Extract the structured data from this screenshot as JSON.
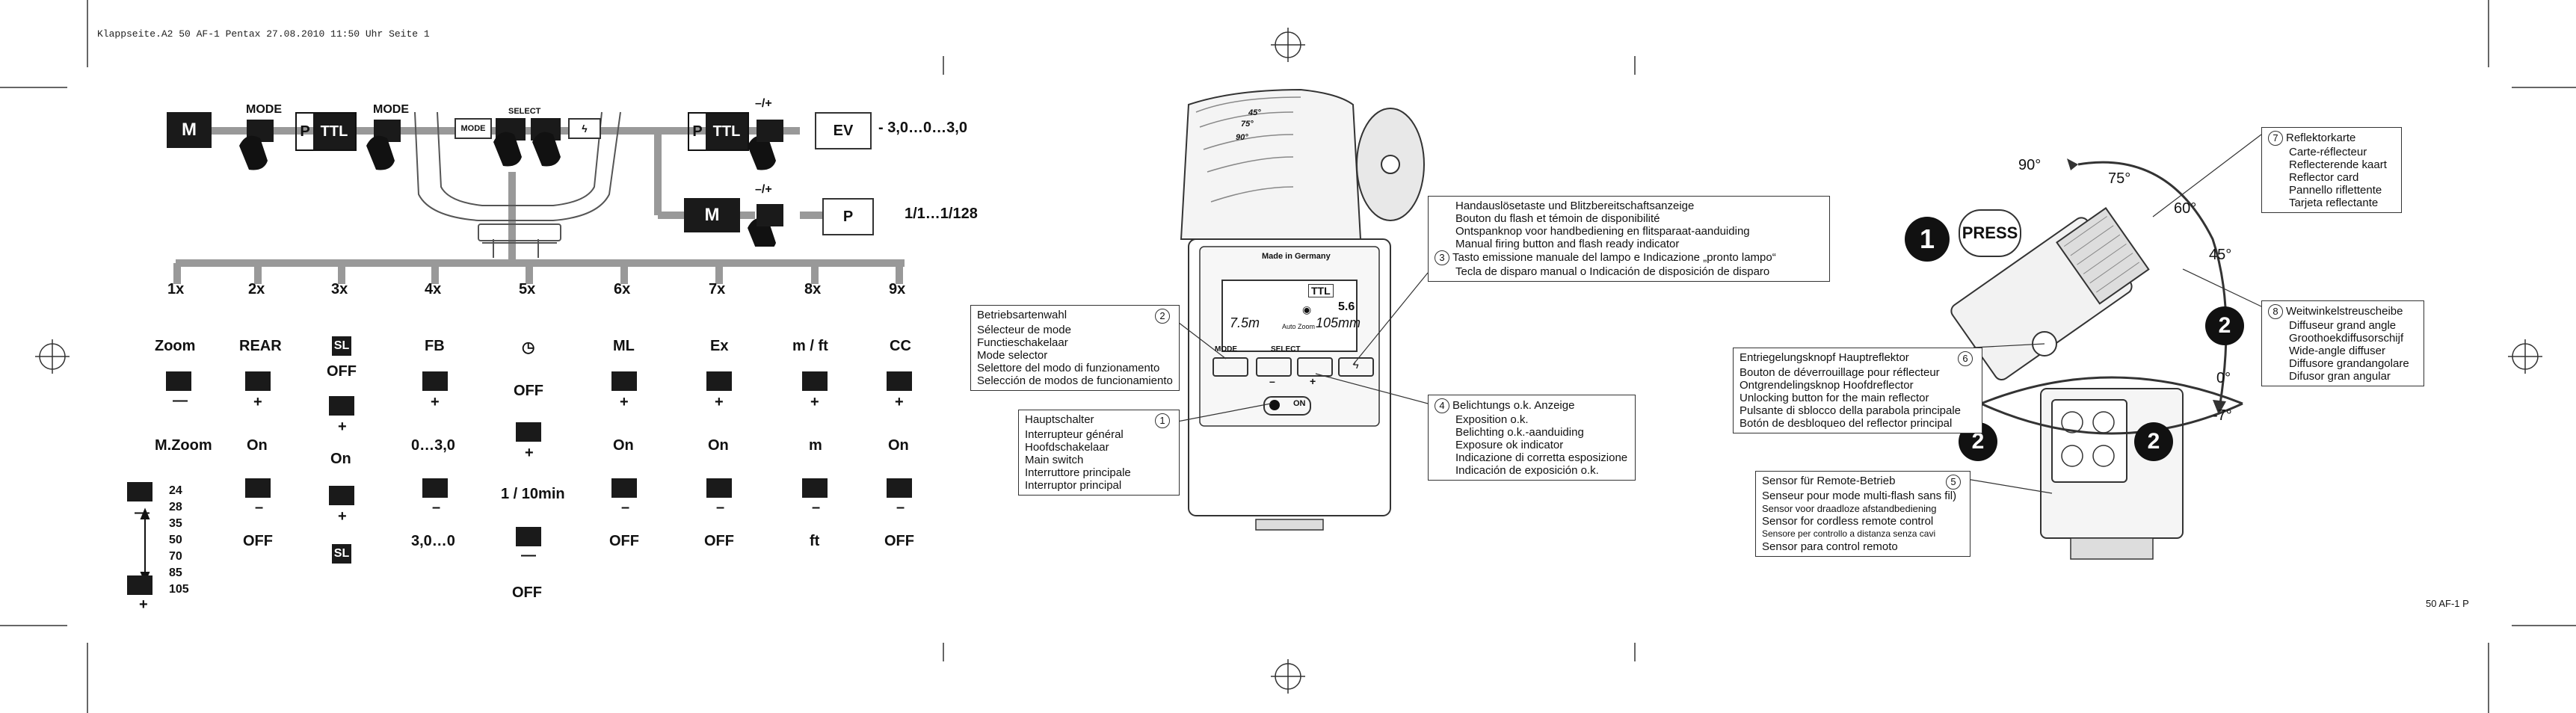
{
  "header": {
    "text": "Klappseite.A2 50 AF-1 Pentax  27.08.2010  11:50 Uhr  Seite 1"
  },
  "footer": {
    "page_id": "50 AF-1 P"
  },
  "left_diagram": {
    "mode_btn": "MODE",
    "select_btn": "SELECT",
    "mode_M": "M",
    "mode_P": "P",
    "mode_TTL": "TTL",
    "mode_label": "MODE",
    "ev_label": "–/+",
    "ev": "EV",
    "ev_range": "- 3,0…0…3,0",
    "m_label": "M",
    "p_label": "P",
    "power_range": "1/1…1/128",
    "columns": [
      {
        "count": "1x",
        "name": "Zoom",
        "plus": "—",
        "val1": "M.Zoom"
      },
      {
        "count": "2x",
        "name": "REAR",
        "plus": "+",
        "val1": "On",
        "minus": "–",
        "val2": "OFF"
      },
      {
        "count": "3x",
        "name": "SL",
        "off": "OFF",
        "plus": "+",
        "val1": "On",
        "plus2": "+",
        "val2": "SL"
      },
      {
        "count": "4x",
        "name": "FB",
        "plus": "+",
        "val1": "0…3,0",
        "minus": "–",
        "val2": "3,0…0"
      },
      {
        "count": "5x",
        "name": "◷",
        "off": "OFF",
        "plus": "+",
        "val1": "1 / 10min",
        "minus": "—",
        "val2": "OFF"
      },
      {
        "count": "6x",
        "name": "ML",
        "plus": "+",
        "val1": "On",
        "minus": "–",
        "val2": "OFF"
      },
      {
        "count": "7x",
        "name": "Ex",
        "plus": "+",
        "val1": "On",
        "minus": "–",
        "val2": "OFF"
      },
      {
        "count": "8x",
        "name": "m / ft",
        "plus": "+",
        "val1": "m",
        "minus": "–",
        "val2": "ft"
      },
      {
        "count": "9x",
        "name": "CC",
        "plus": "+",
        "val1": "On",
        "minus": "–",
        "val2": "OFF"
      }
    ],
    "zoom_values": [
      "24",
      "28",
      "35",
      "50",
      "70",
      "85",
      "105"
    ],
    "zoom_minus": "—",
    "zoom_plus": "+"
  },
  "center_diagram": {
    "made_in": "Made in Germany",
    "lcd_ttl": "TTL",
    "lcd_val1": "5.6",
    "lcd_val2": "7.5m",
    "lcd_zoom": "Auto Zoom",
    "lcd_val3": "105mm",
    "btn_mode": "MODE",
    "btn_select": "SELECT",
    "btn_minus": "–",
    "btn_plus": "+",
    "btn_on": "ON",
    "angles": [
      "45°",
      "75°",
      "90°"
    ],
    "callout2": {
      "num": "2",
      "lines": [
        "Betriebsartenwahl",
        "Sélecteur de mode",
        "Functieschakelaar",
        "Mode selector",
        "Selettore del modo di funzionamento",
        "Selección de modos de funcionamiento"
      ]
    },
    "callout1": {
      "num": "1",
      "lines": [
        "Hauptschalter",
        "Interrupteur général",
        "Hoofdschakelaar",
        "Main switch",
        "Interruttore principale",
        "Interruptor principal"
      ]
    },
    "callout3": {
      "num": "3",
      "lines": [
        "Handauslösetaste und Blitzbereitschaftsanzeige",
        "Bouton du flash et  témoin de disponibilité",
        "Ontspanknop voor handbediening en flitsparaat-aanduiding",
        "Manual firing button and flash ready indicator",
        "Tasto emissione manuale del lampo e Indicazione „pronto lampo“",
        "Tecla de disparo manual o Indicación de disposición de disparo"
      ]
    },
    "callout4": {
      "num": "4",
      "lines": [
        "Belichtungs o.k. Anzeige",
        "Exposition o.k.",
        "Belichting o.k.-aanduiding",
        "Exposure ok indicator",
        "Indicazione di corretta esposizione",
        "Indicación de exposición o.k."
      ]
    }
  },
  "right_diagram": {
    "press": "PRESS",
    "angles": [
      "90°",
      "75°",
      "60°",
      "45°",
      "0°",
      "-7°"
    ],
    "marker1": "1",
    "marker2": "2",
    "callout7": {
      "num": "7",
      "lines": [
        "Reflektorkarte",
        "Carte-réflecteur",
        "Reflecterende kaart",
        "Reflector card",
        "Pannello riflettente",
        "Tarjeta reflectante"
      ]
    },
    "callout8": {
      "num": "8",
      "lines": [
        "Weitwinkelstreuscheibe",
        "Diffuseur grand angle",
        "Groothoekdiffusorschijf",
        "Wide-angle diffuser",
        "Diffusore grandangolare",
        "Difusor gran angular"
      ]
    },
    "callout6": {
      "num": "6",
      "lines": [
        "Entriegelungsknopf Hauptreflektor",
        "Bouton de déverrouillage pour réflecteur",
        "Ontgrendelingsknop Hoofdreflector",
        "Unlocking button for the main reflector",
        "Pulsante di sblocco della parabola principale",
        "Botón de desbloqueo del reflector principal"
      ]
    },
    "callout5": {
      "num": "5",
      "lines": [
        "Sensor für Remote-Betrieb",
        "Senseur pour mode multi-flash sans fil)",
        "Sensor voor draadloze afstandbediening",
        "Sensor for cordless remote control",
        "Sensore per controllo a distanza senza cavi",
        "Sensor para control remoto"
      ]
    }
  }
}
